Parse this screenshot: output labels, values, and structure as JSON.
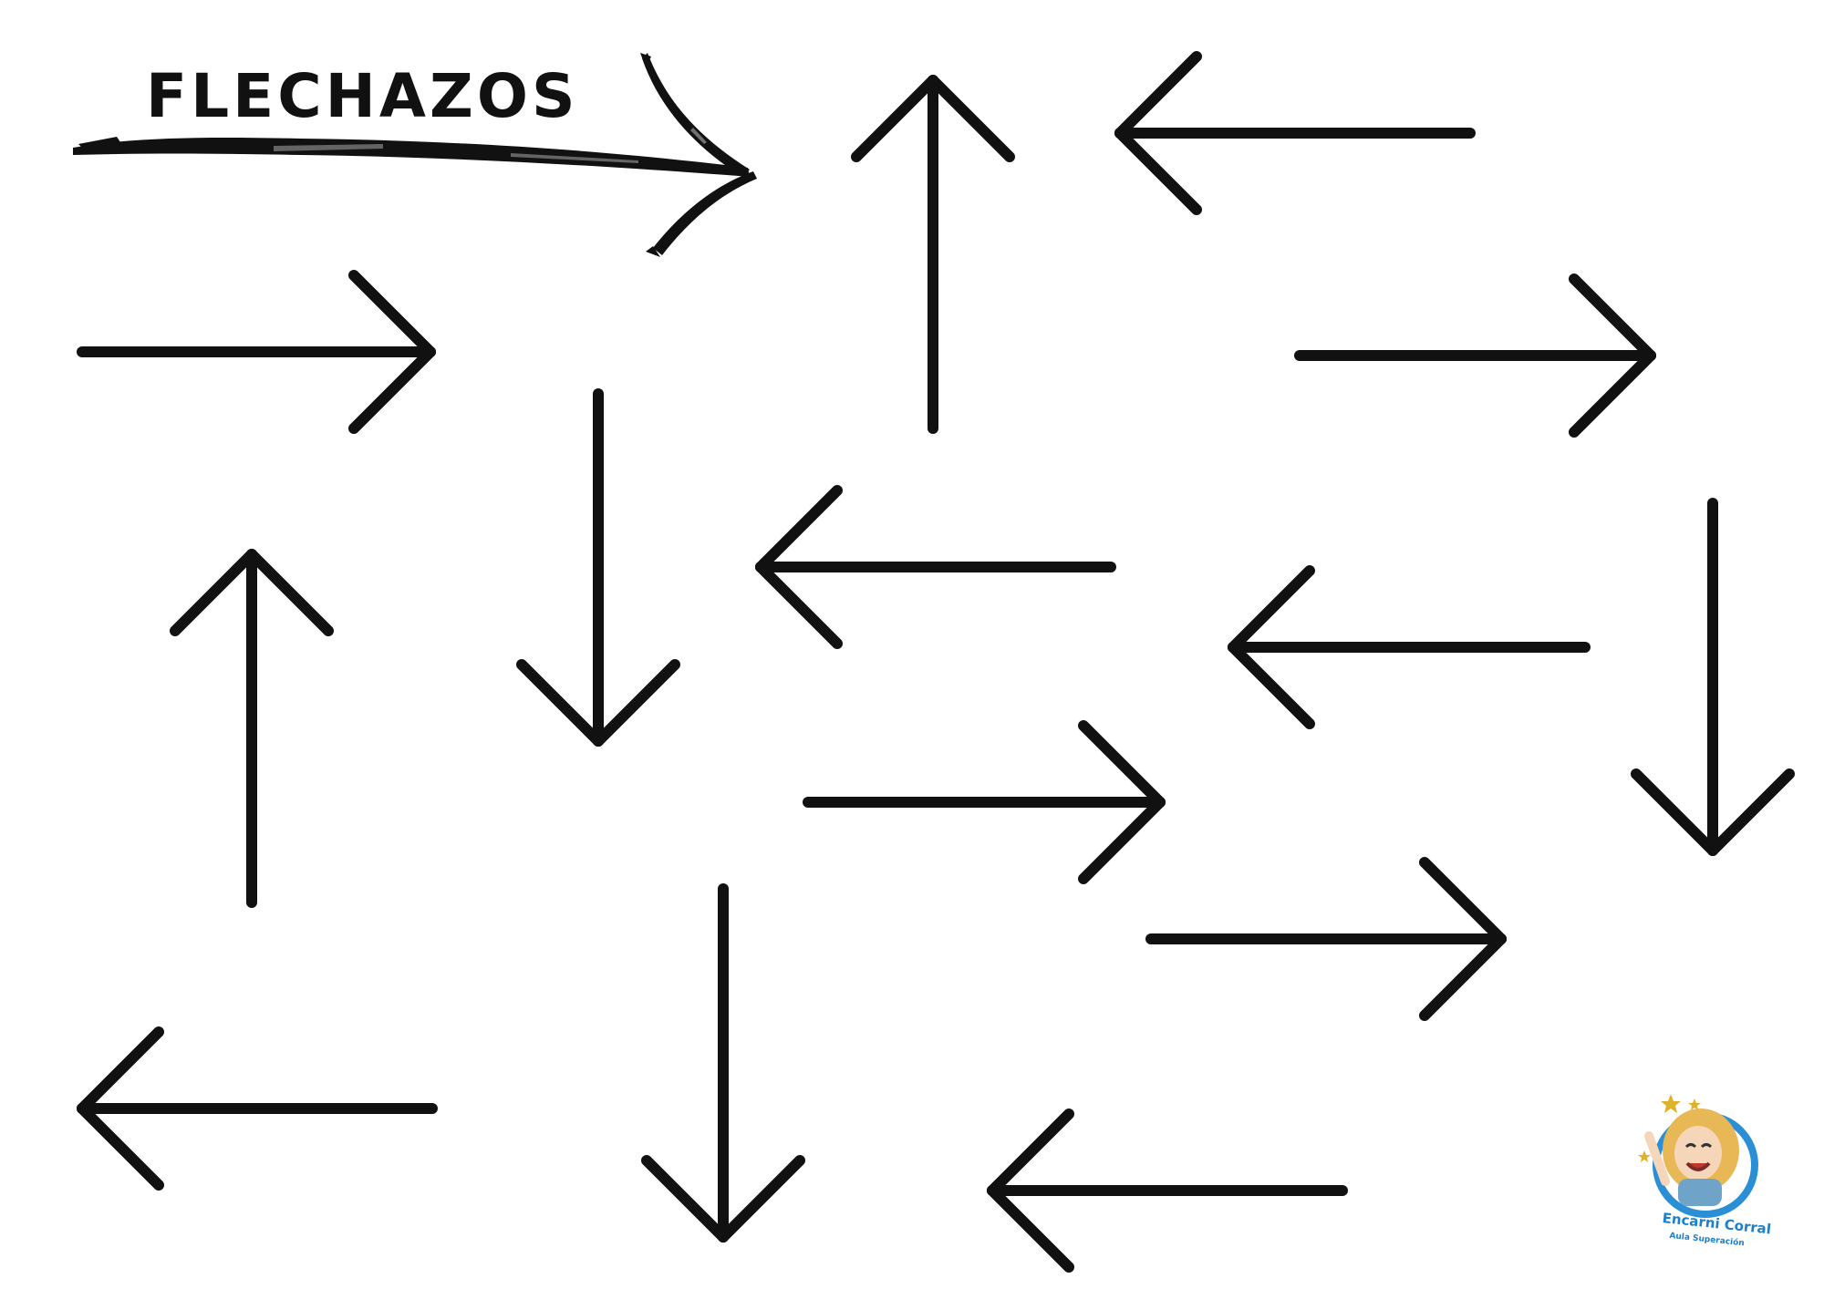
{
  "title": "FLECHAZOS",
  "colors": {
    "ink": "#111111",
    "background": "#ffffff",
    "logo_blue": "#1f7fc9",
    "logo_hair": "#e8b857"
  },
  "arrows": [
    {
      "id": "up-1",
      "direction": "up"
    },
    {
      "id": "left-1",
      "direction": "left"
    },
    {
      "id": "right-1",
      "direction": "right"
    },
    {
      "id": "right-2",
      "direction": "right"
    },
    {
      "id": "down-1",
      "direction": "down"
    },
    {
      "id": "left-2",
      "direction": "left"
    },
    {
      "id": "down-2",
      "direction": "down"
    },
    {
      "id": "left-3",
      "direction": "left"
    },
    {
      "id": "up-2",
      "direction": "up"
    },
    {
      "id": "right-3",
      "direction": "right"
    },
    {
      "id": "right-4",
      "direction": "right"
    },
    {
      "id": "down-3",
      "direction": "down"
    },
    {
      "id": "left-4",
      "direction": "left"
    },
    {
      "id": "left-5",
      "direction": "left"
    }
  ],
  "logo": {
    "name": "Encarni Corral",
    "subtitle": "Aula Superación"
  }
}
